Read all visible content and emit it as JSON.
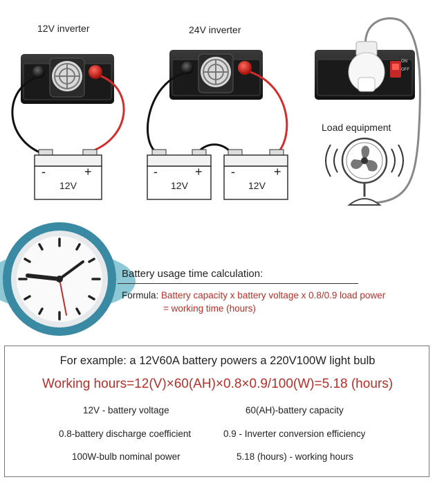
{
  "top": {
    "inverter_12v_label": "12V inverter",
    "inverter_24v_label": "24V inverter",
    "load_label": "Load equipment",
    "battery_label": "12V",
    "minus": "-",
    "plus": "+",
    "switch_on": "ON",
    "switch_off": "OFF"
  },
  "calc": {
    "title": "Battery usage time calculation:",
    "formula_prefix": "Formula: ",
    "formula_line1": "Battery capacity x battery voltage x 0.8/0.9 load power",
    "formula_line2": "= working time (hours)"
  },
  "example": {
    "title": "For example: a 12V60A battery powers a 220V100W light bulb",
    "formula": "Working hours=12(V)×60(AH)×0.8×0.9/100(W)=5.18 (hours)",
    "items": [
      "12V - battery voltage",
      "60(AH)-battery capacity",
      "0.8-battery discharge coefficient",
      "0.9 - Inverter conversion efficiency",
      "100W-bulb nominal power",
      "5.18 (hours) - working hours"
    ]
  },
  "colors": {
    "accent_red": "#b5302a",
    "wire_red": "#d62b2b",
    "clock_teal": "#3a8aa3"
  }
}
